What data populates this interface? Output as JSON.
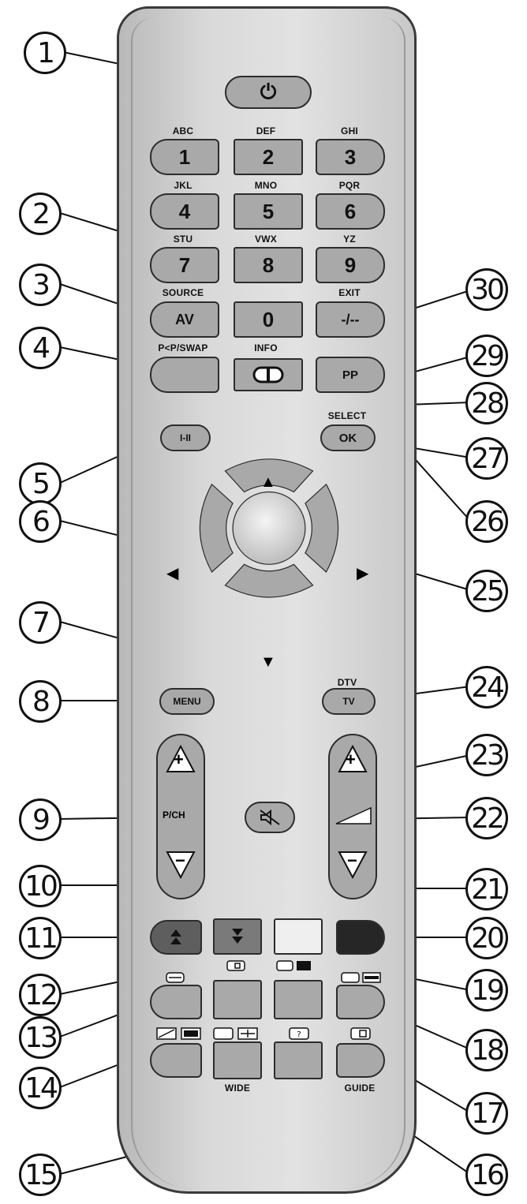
{
  "remote": {
    "power_symbol": "⏻",
    "digits": [
      {
        "digit": "1",
        "letters": "ABC"
      },
      {
        "digit": "2",
        "letters": "DEF"
      },
      {
        "digit": "3",
        "letters": "GHI"
      },
      {
        "digit": "4",
        "letters": "JKL"
      },
      {
        "digit": "5",
        "letters": "MNO"
      },
      {
        "digit": "6",
        "letters": "PQR"
      },
      {
        "digit": "7",
        "letters": "STU"
      },
      {
        "digit": "8",
        "letters": "VWX"
      },
      {
        "digit": "9",
        "letters": "YZ"
      },
      {
        "digit": "0",
        "letters": ""
      }
    ],
    "source_tag": "SOURCE",
    "av_label": "AV",
    "exit_tag": "EXIT",
    "dash_label": "-/--",
    "swap_tag": "P<P/SWAP",
    "info_tag": "INFO",
    "pp_label": "PP",
    "select_tag": "SELECT",
    "ok_label": "OK",
    "mono_label": "I-II",
    "menu_label": "MENU",
    "dtv_tag": "DTV",
    "tv_label": "TV",
    "pch_label": "P/CH",
    "plus": "+",
    "minus": "−",
    "wide_tag": "WIDE",
    "guide_tag": "GUIDE",
    "arrow_up": "▲",
    "arrow_down": "▼",
    "arrow_left": "◀",
    "arrow_right": "▶"
  },
  "callouts": [
    "1",
    "2",
    "3",
    "4",
    "5",
    "6",
    "7",
    "8",
    "9",
    "10",
    "11",
    "12",
    "13",
    "14",
    "15",
    "16",
    "17",
    "18",
    "19",
    "20",
    "21",
    "22",
    "23",
    "24",
    "25",
    "26",
    "27",
    "28",
    "29",
    "30"
  ],
  "colors": {
    "button": "#a9a9a9",
    "outline": "#2c2c2c",
    "red_button": "#5e5e5e",
    "green_button": "#7a7a7a",
    "yellow_button": "#efefef",
    "blue_button": "#262626"
  }
}
